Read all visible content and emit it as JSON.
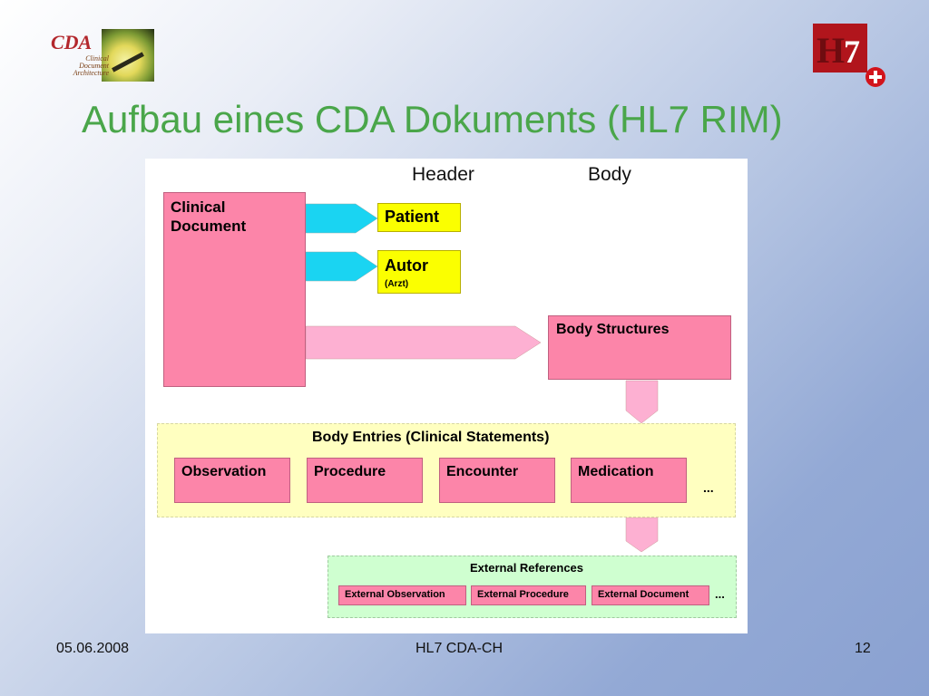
{
  "logos": {
    "cda_word": "CDA",
    "cda_subtitle": [
      "Clinical",
      "Document",
      "Architecture"
    ],
    "hl7_h": "H",
    "hl7_7": "7"
  },
  "title": "Aufbau eines CDA Dokuments (HL7 RIM)",
  "diagram": {
    "header_label": "Header",
    "body_label": "Body",
    "clinical_document": "Clinical Document",
    "patient": "Patient",
    "autor": "Autor",
    "autor_sub": "(Arzt)",
    "body_structures": "Body Structures",
    "entries_title": "Body Entries (Clinical Statements)",
    "entries": [
      "Observation",
      "Procedure",
      "Encounter",
      "Medication"
    ],
    "entries_more": "...",
    "external_title": "External References",
    "external": [
      "External Observation",
      "External Procedure",
      "External Document"
    ],
    "external_more": "..."
  },
  "colors": {
    "title": "#4aa64a",
    "pink": "#fc85a9",
    "yellow": "#fbff00",
    "cyan_arrow": "#1ad4f2",
    "pink_arrow": "#fdb0d2"
  },
  "footer": {
    "date": "05.06.2008",
    "center": "HL7 CDA-CH",
    "page": "12"
  }
}
